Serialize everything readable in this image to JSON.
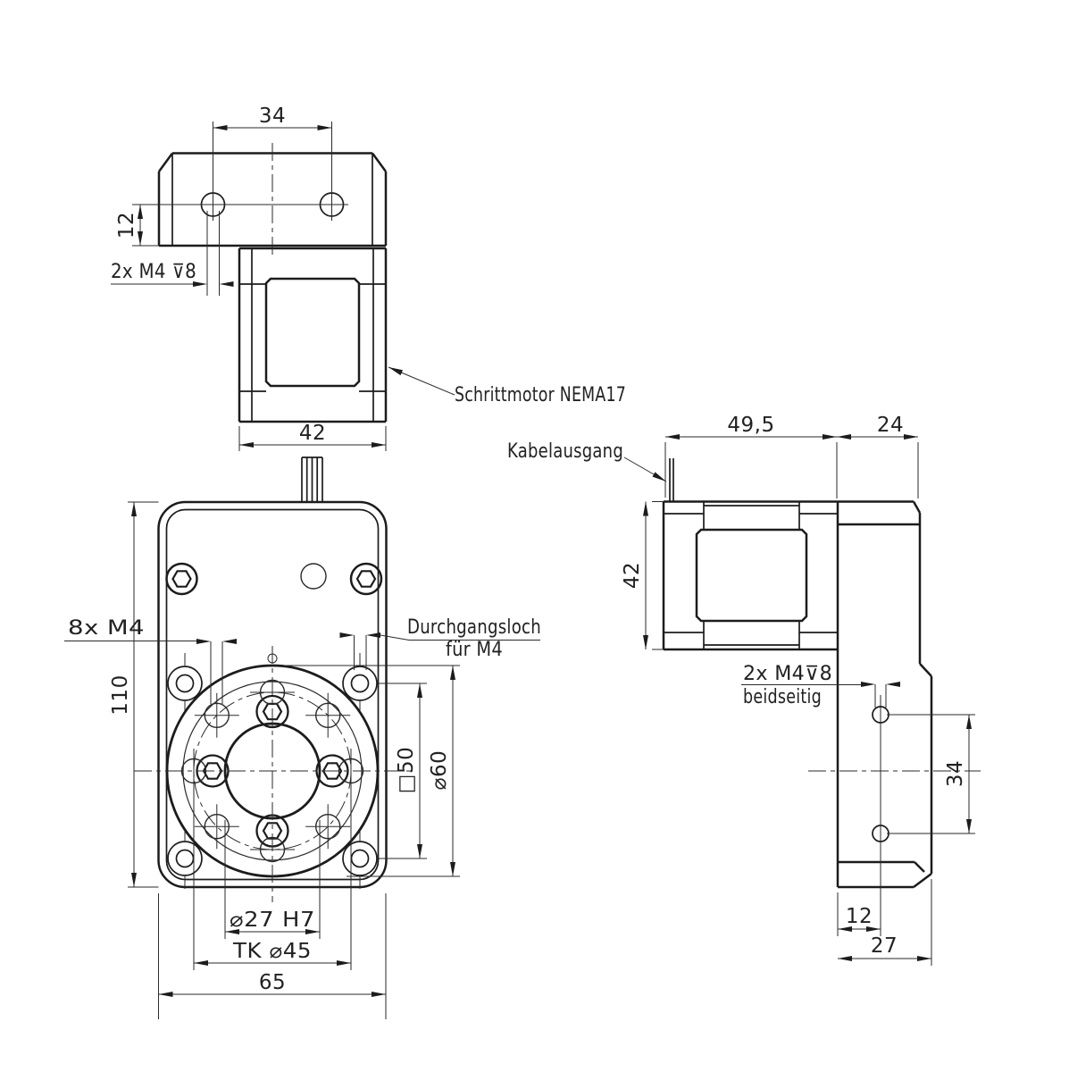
{
  "drawing": {
    "top_view": {
      "hole_spacing": "34",
      "edge_distance": "12",
      "thread_callout": "2x M4 ⊽8",
      "motor_width": "42"
    },
    "front_view": {
      "thread_callout": "8x M4",
      "height": "110",
      "through_hole_line1": "Durchgangsloch",
      "through_hole_line2": "für M4",
      "square_size": "□50",
      "flange_dia": "⌀60",
      "bore_dia": "⌀27 H7",
      "bolt_circle": "TK ⌀45",
      "width": "65"
    },
    "side_view": {
      "cable_label": "Kabelausgang",
      "motor_depth": "49,5",
      "plate_depth": "24",
      "motor_height": "42",
      "thread_callout_line1": "2x M4⊽8",
      "thread_callout_line2": "beidseitig",
      "hole_spacing": "34",
      "hole_edge_distance": "12",
      "total_depth": "27"
    },
    "callouts": {
      "motor": "Schrittmotor NEMA17"
    }
  }
}
